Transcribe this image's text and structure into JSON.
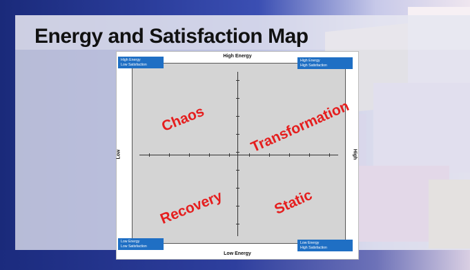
{
  "slide": {
    "title": "Energy and Satisfaction Map"
  },
  "diagram": {
    "axis_labels": {
      "top": "High Energy",
      "bottom": "Low Energy",
      "left": "Low",
      "right": "High"
    },
    "corners": {
      "top_left": [
        "High Energy",
        "Low Satisfaction"
      ],
      "top_right": [
        "High Energy",
        "High Satisfaction"
      ],
      "bottom_left": [
        "Low Energy",
        "Low Satisfaction"
      ],
      "bottom_right": [
        "Low Energy",
        "High Satisfaction"
      ]
    },
    "quadrants": {
      "top_left": "Chaos",
      "top_right": "Transformation",
      "bottom_left": "Recovery",
      "bottom_right": "Static"
    },
    "colors": {
      "quadrant_text": "#e51e1e",
      "corner_box": "#1f6fc4",
      "plot_background": "#d4d4d4"
    }
  }
}
